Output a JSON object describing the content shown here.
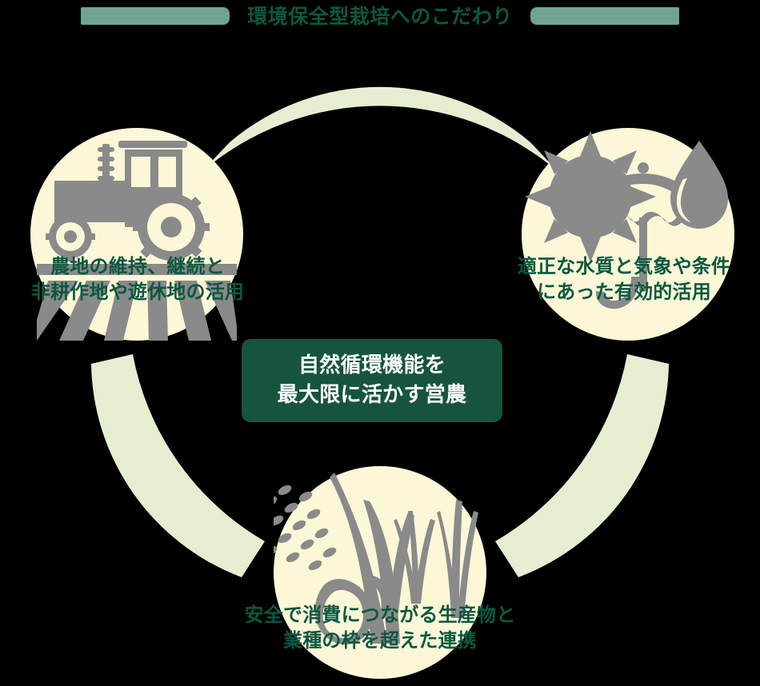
{
  "header": {
    "title": "環境保全型栽培へのこだわり",
    "left_bar": "decorative-bar",
    "right_bar": "decorative-bar",
    "title_color": "#0b5840",
    "bar_color": "#6fa395"
  },
  "theme": {
    "background": "#000000",
    "circle_fill": "#fbf7d7",
    "arc_fill": "#e6eed2",
    "icon_gray": "#8a8a8a",
    "badge_bg": "#16553c",
    "badge_text": "#ffffff",
    "caption_color": "#0b5840"
  },
  "center": {
    "line1": "自然循環機能を",
    "line2": "最大限に活かす営農"
  },
  "nodes": [
    {
      "id": "farmland",
      "icon": "tractor-field-icon",
      "caption_line1": "農地の維持、継続と",
      "caption_line2": "非耕作地や遊休地の活用"
    },
    {
      "id": "water",
      "icon": "sun-umbrella-waterdrop-icon",
      "caption_line1": "適正な水質と気象や条件",
      "caption_line2": "にあった有効的活用"
    },
    {
      "id": "produce",
      "icon": "rice-plant-grain-icon",
      "caption_line1": "安全で消費につながる生産物と",
      "caption_line2": "業種の枠を超えた連携"
    }
  ],
  "arcs": [
    {
      "id": "arc-top",
      "from": "farmland",
      "to": "water"
    },
    {
      "id": "arc-right",
      "from": "water",
      "to": "produce"
    },
    {
      "id": "arc-left",
      "from": "produce",
      "to": "farmland"
    }
  ]
}
